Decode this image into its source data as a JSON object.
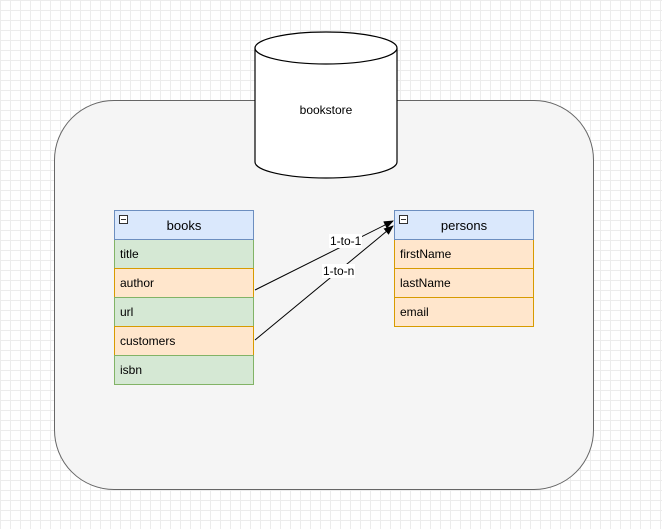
{
  "database": {
    "label": "bookstore"
  },
  "tables": {
    "books": {
      "title": "books",
      "fields": [
        {
          "label": "title",
          "color": "green"
        },
        {
          "label": "author",
          "color": "orange"
        },
        {
          "label": "url",
          "color": "green"
        },
        {
          "label": "customers",
          "color": "orange"
        },
        {
          "label": "isbn",
          "color": "green"
        }
      ]
    },
    "persons": {
      "title": "persons",
      "fields": [
        {
          "label": "firstName",
          "color": "orange"
        },
        {
          "label": "lastName",
          "color": "orange"
        },
        {
          "label": "email",
          "color": "orange"
        }
      ]
    }
  },
  "relations": [
    {
      "from": "books.author",
      "to": "persons",
      "label": "1-to-1"
    },
    {
      "from": "books.customers",
      "to": "persons",
      "label": "1-to-n"
    }
  ],
  "colors": {
    "header_fill": "#dae8fc",
    "header_border": "#6c8ebf",
    "green_fill": "#d5e8d4",
    "orange_fill": "#ffe6cc",
    "container_fill": "#f5f5f5"
  }
}
